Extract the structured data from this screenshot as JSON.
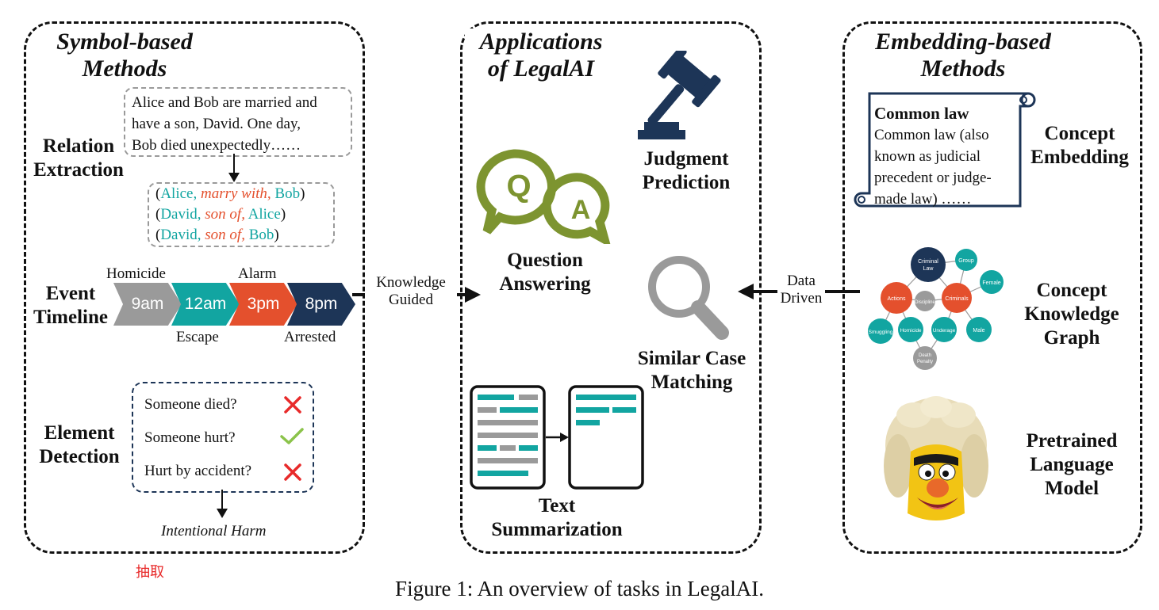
{
  "left_panel": {
    "title_line1": "Symbol-based",
    "title_line2": "Methods",
    "relation_extraction": {
      "label_line1": "Relation",
      "label_line2": "Extraction",
      "text_line1": "Alice and Bob are married and",
      "text_line2": "have a son, David. One day,",
      "text_line3": "Bob died unexpectedly……",
      "triples": [
        {
          "open": "(",
          "e1": "Alice,",
          "rel": "marry with,",
          "e2": "Bob",
          "close": ")"
        },
        {
          "open": "(",
          "e1": "David,",
          "rel": "son of,",
          "e2": "Alice",
          "close": ")"
        },
        {
          "open": "(",
          "e1": "David,",
          "rel": "son of,",
          "e2": "Bob",
          "close": ")"
        }
      ]
    },
    "event_timeline": {
      "label_line1": "Event",
      "label_line2": "Timeline",
      "events": [
        {
          "time": "9am",
          "name": "Homicide",
          "color": "#9a9a9a"
        },
        {
          "time": "12am",
          "name": "Escape",
          "color": "#12a5a1"
        },
        {
          "time": "3pm",
          "name": "Alarm",
          "color": "#e4502d"
        },
        {
          "time": "8pm",
          "name": "Arrested",
          "color": "#1d3557"
        }
      ]
    },
    "element_detection": {
      "label_line1": "Element",
      "label_line2": "Detection",
      "questions": [
        {
          "text": "Someone died?",
          "answer": "no"
        },
        {
          "text": "Someone hurt?",
          "answer": "yes"
        },
        {
          "text": "Hurt by accident?",
          "answer": "no"
        }
      ],
      "result": "Intentional Harm"
    },
    "annotation": "抽取"
  },
  "center_panel": {
    "title_line1": "Applications",
    "title_line2": "of LegalAI",
    "judgment_line1": "Judgment",
    "judgment_line2": "Prediction",
    "qa_line1": "Question",
    "qa_line2": "Answering",
    "qa_q": "Q",
    "qa_a": "A",
    "similar_line1": "Similar Case",
    "similar_line2": "Matching",
    "summ_line1": "Text",
    "summ_line2": "Summarization"
  },
  "right_panel": {
    "title_line1": "Embedding-based",
    "title_line2": "Methods",
    "scroll_title": "Common law",
    "scroll_line1": "Common law (also",
    "scroll_line2": "known as judicial",
    "scroll_line3": "precedent or judge-",
    "scroll_line4": "made law) ……",
    "concept_emb_line1": "Concept",
    "concept_emb_line2": "Embedding",
    "ckg_line1": "Concept",
    "ckg_line2": "Knowledge",
    "ckg_line3": "Graph",
    "graph_nodes": {
      "criminal_law_line1": "Criminal",
      "criminal_law_line2": "Law",
      "group": "Group",
      "female": "Female",
      "actions": "Actions",
      "discipline": "Discipline",
      "criminals": "Criminals",
      "smuggling": "Smuggling",
      "homicide": "Homicide",
      "underage": "Underage",
      "male": "Male",
      "death_line1": "Death",
      "death_line2": "Penalty"
    },
    "plm_line1": "Pretrained",
    "plm_line2": "Language",
    "plm_line3": "Model"
  },
  "arrows": {
    "knowledge_line1": "Knowledge",
    "knowledge_line2": "Guided",
    "data_line1": "Data",
    "data_line2": "Driven"
  },
  "caption": "Figure 1: An overview of tasks in LegalAI.",
  "colors": {
    "teal": "#12a5a1",
    "red": "#e4502d",
    "navy": "#1d3557",
    "olive": "#7d9430",
    "gray": "#9a9a9a"
  }
}
